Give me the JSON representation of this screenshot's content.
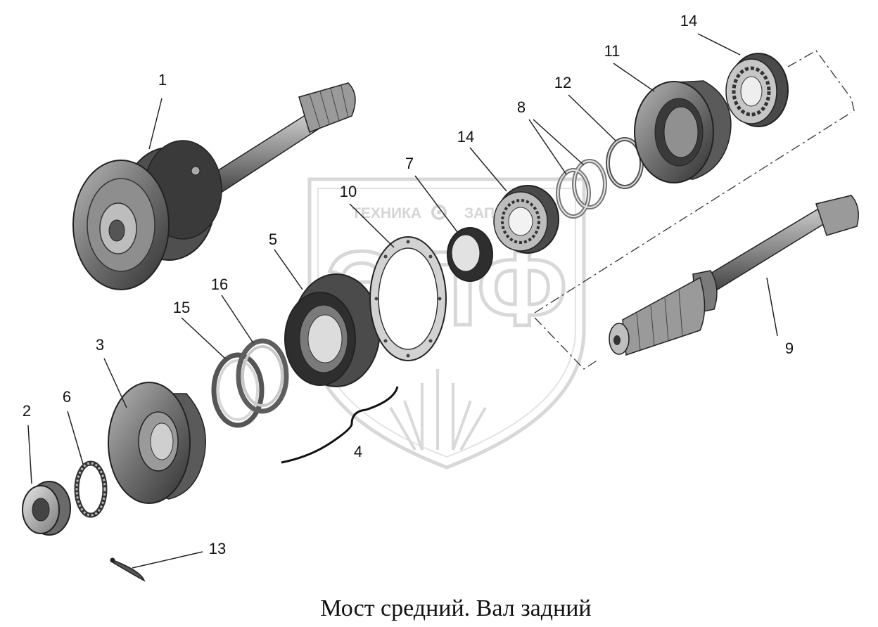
{
  "caption": "Мост средний. Вал задний",
  "watermark": {
    "word_left": "ТЕХНИКА",
    "word_right": "ЗАПЧАСТИ",
    "monogram": "ЭПФ",
    "color": "#d3d3d3"
  },
  "callouts": {
    "c1": "1",
    "c2": "2",
    "c3": "3",
    "c4": "4",
    "c5": "5",
    "c6": "6",
    "c7": "7",
    "c8": "8",
    "c9": "9",
    "c10": "10",
    "c11": "11",
    "c12": "12",
    "c13": "13",
    "c14a": "14",
    "c14b": "14",
    "c15": "15",
    "c16": "16"
  },
  "colors": {
    "ink": "#222222",
    "part_dark": "#5e5e5e",
    "part_mid": "#8c8c8c",
    "part_light": "#c4c4c4"
  }
}
